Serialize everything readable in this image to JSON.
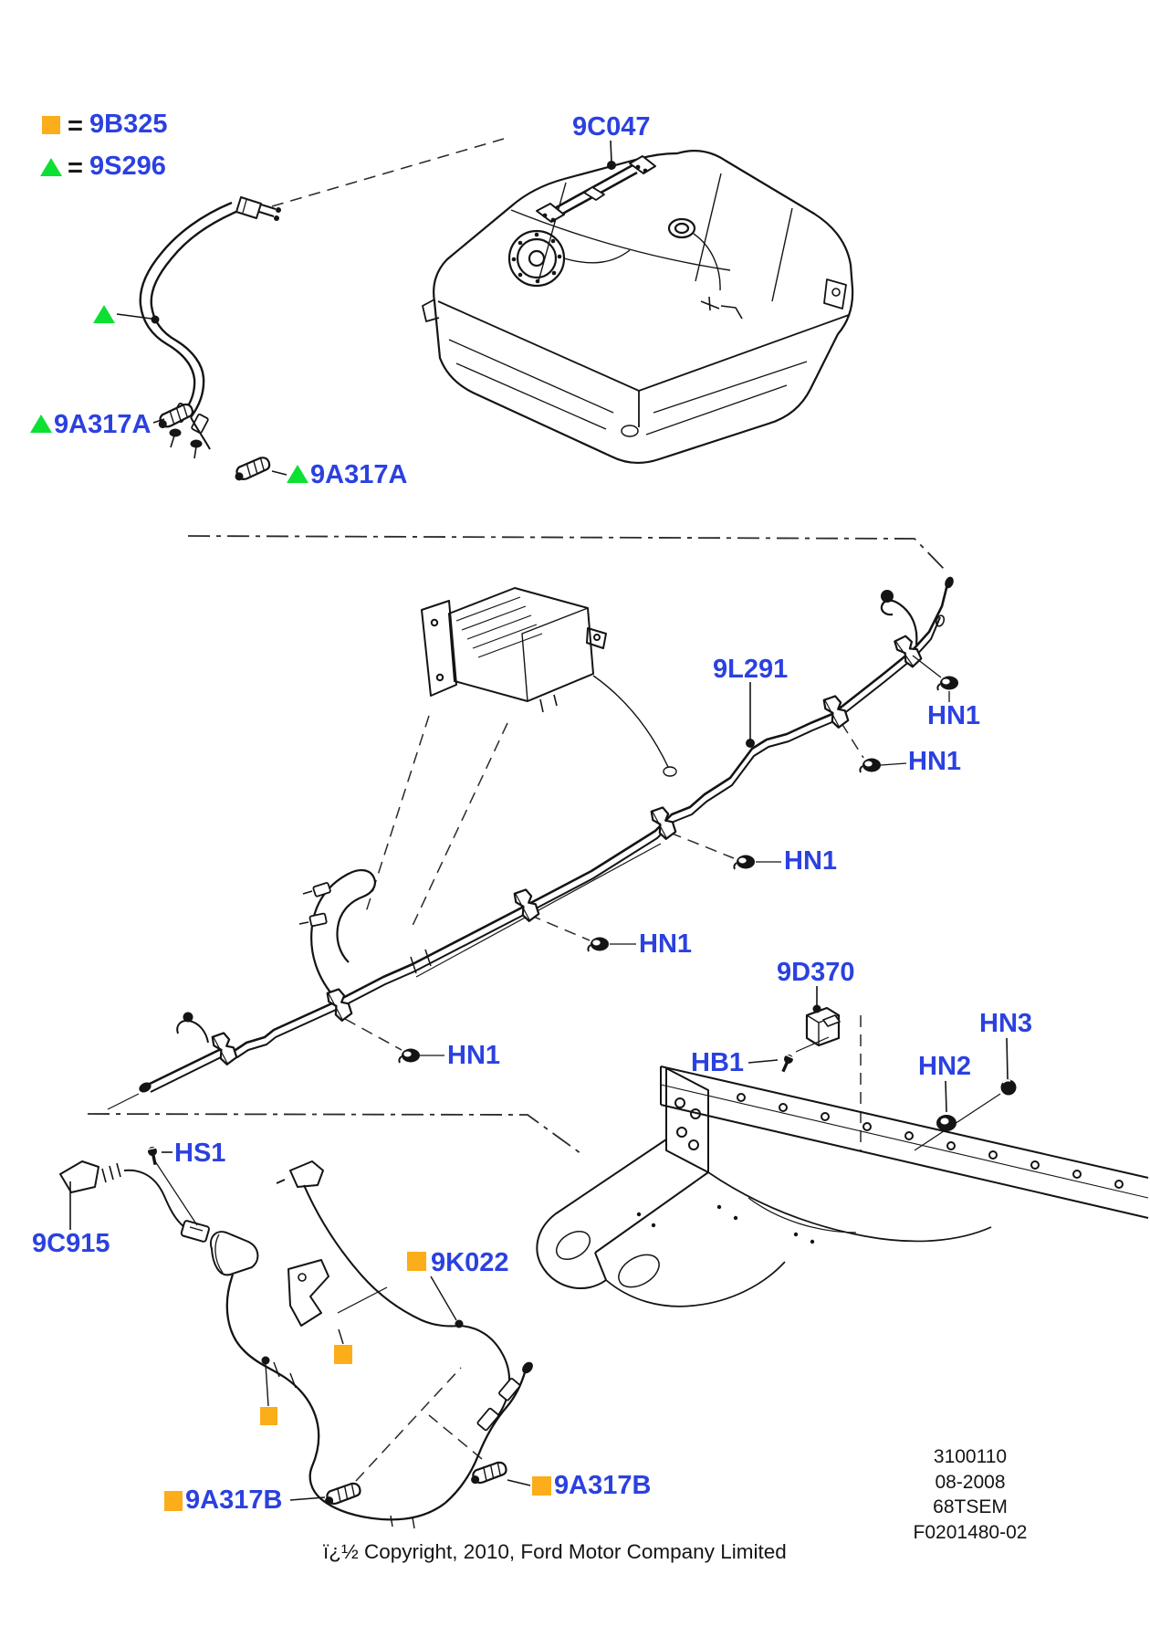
{
  "legend": {
    "items": [
      {
        "symbol": "orange-square",
        "separator": "=",
        "part_code": "9B325"
      },
      {
        "symbol": "green-triangle",
        "separator": "=",
        "part_code": "9S296"
      }
    ]
  },
  "callouts": {
    "tank_support_strap": "9C047",
    "front_line_clip_1": "9A317A",
    "front_line_clip_2": "9A317A",
    "mid_fuel_line": "9L291",
    "hex_nut_1": "HN1",
    "hex_nut_2": "HN1",
    "hex_nut_3": "HN1",
    "hex_nut_4": "HN1",
    "hex_nut_5": "HN1",
    "vapor_valve": "9D370",
    "bolt": "HB1",
    "grommet_nut": "HN2",
    "spring_nut": "HN3",
    "screw": "HS1",
    "sensor_harness": "9C915",
    "vapor_tube": "9K022",
    "rear_line_clip_1": "9A317B",
    "rear_line_clip_2": "9A317B"
  },
  "footer": {
    "copyright": "ï¿½ Copyright, 2010, Ford Motor Company Limited",
    "doc_lines": [
      "3100110",
      "08-2008",
      "68TSEM",
      "F0201480-02"
    ]
  },
  "colors": {
    "label_blue": "#2B41E0",
    "marker_orange": "#FBAD1A",
    "marker_green": "#0CE033"
  }
}
